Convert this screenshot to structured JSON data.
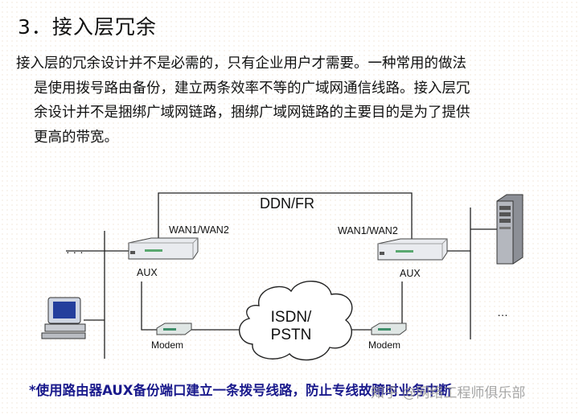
{
  "heading": "3．接入层冗余",
  "paragraph_lines": [
    "接入层的冗余设计并不是必需的，只有企业用户才需要。一种常用的做法",
    "是使用拨号路由备份，建立两条效率不等的广域网通信线路。接入层冗",
    "余设计并不是捆绑广域网链路，捆绑广域网链路的主要目的是为了提供",
    "更高的带宽。"
  ],
  "diagram": {
    "link_top": "DDN/FR",
    "router_left_wan": "WAN1/WAN2",
    "router_right_wan": "WAN1/WAN2",
    "aux_left": "AUX",
    "aux_right": "AUX",
    "cloud_line1": "ISDN/",
    "cloud_line2": "PSTN",
    "modem_left": "Modem",
    "modem_right": "Modem",
    "ellipsis_left": "· · ·",
    "ellipsis_right": "…"
  },
  "caption": "*使用路由器AUX备份端口建立一条拨号线路，防止专线故障时业务中断",
  "watermark": "知乎 @网络工程师俱乐部"
}
